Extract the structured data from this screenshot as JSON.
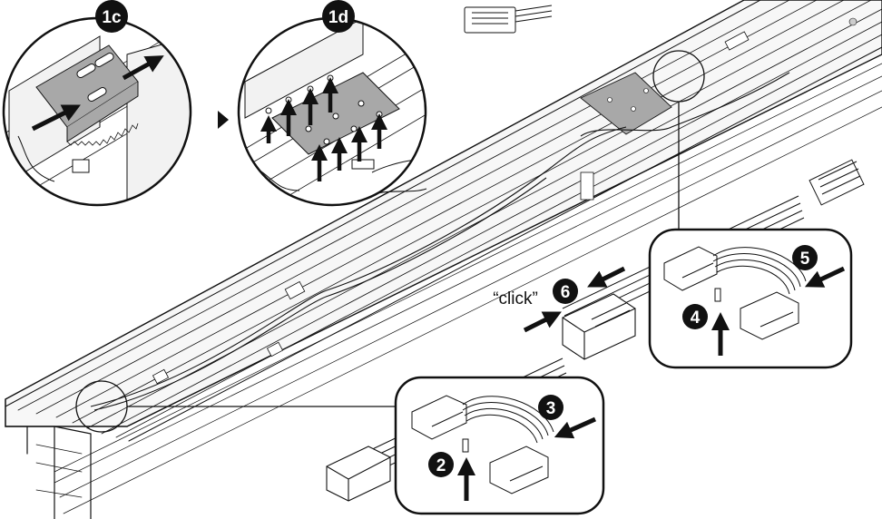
{
  "steps": {
    "s1c": "1c",
    "s1d": "1d",
    "s2": "2",
    "s3": "3",
    "s4": "4",
    "s5": "5",
    "s6": "6"
  },
  "click_label": "“click”",
  "colors": {
    "ink": "#111111",
    "plate": "#a8a8a8",
    "badge": "#111111",
    "rail_fill": "#f7f7f7"
  }
}
